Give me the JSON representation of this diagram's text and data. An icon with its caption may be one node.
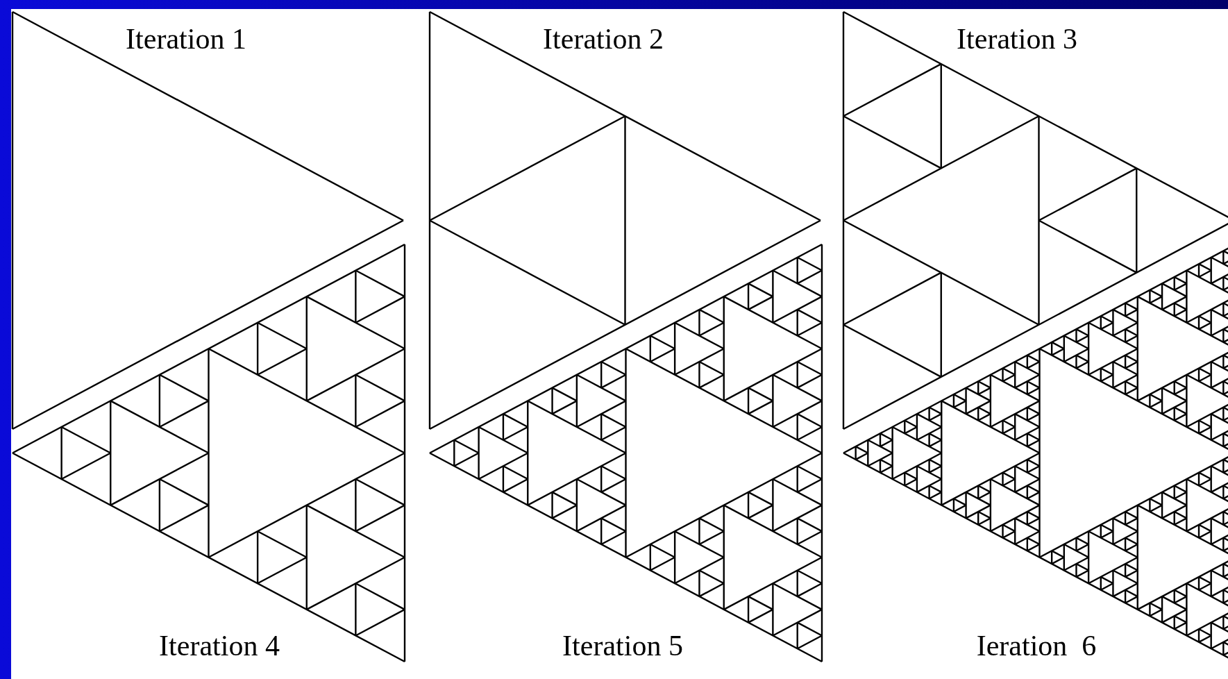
{
  "diagram": {
    "labels": [
      "Iteration 1",
      "Iteration 2",
      "Iteration 3",
      "Iteration 4",
      "Iteration 5",
      "Ieration  6"
    ]
  }
}
